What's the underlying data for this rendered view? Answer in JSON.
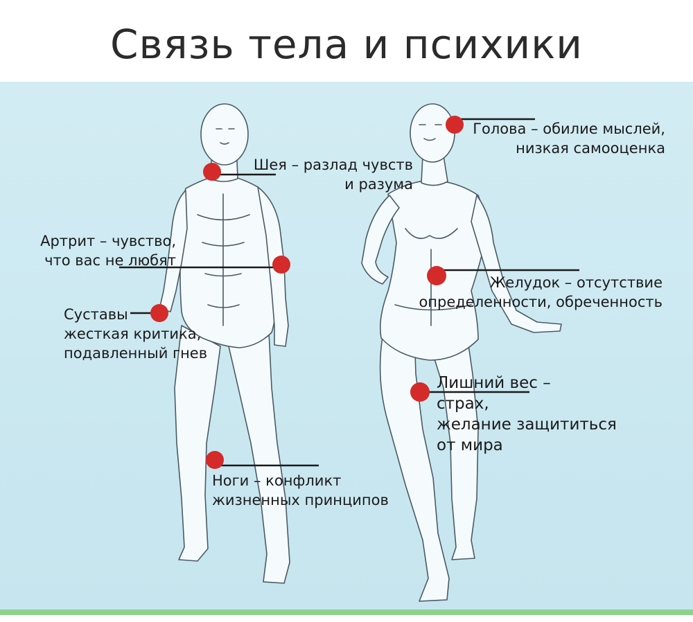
{
  "title": "Связь тела и психики",
  "labels": {
    "neck": [
      "Шея – разлад чувств",
      "и разума"
    ],
    "arthritis": [
      "Артрит – чувство,",
      "что вас не любят"
    ],
    "joints": [
      "Суставы",
      "жесткая критика,",
      "подавленный гнев"
    ],
    "legs": [
      "Ноги – конфликт",
      "жизненных принципов"
    ],
    "head": [
      "Голова – обилие мыслей,",
      "низкая самооценка"
    ],
    "stomach": [
      "Желудок – отсутствие",
      "определенности, обреченность"
    ],
    "weight": [
      "Лишний вес –",
      "страх,",
      "желание защититься",
      "от мира"
    ]
  },
  "colors": {
    "marker": "#d42a2a",
    "panel": "#cde9f1",
    "accent_line": "#8fd18c",
    "figure_fill": "#f5fbfd",
    "figure_stroke": "#4a5a66"
  }
}
